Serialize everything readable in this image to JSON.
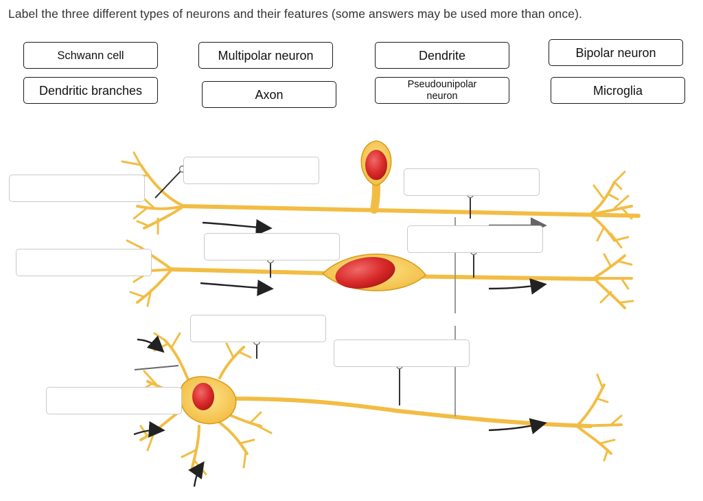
{
  "instruction": "Label the three different types of neurons and their features (some answers may be used more than once).",
  "answer_choices": [
    {
      "label": "Schwann cell"
    },
    {
      "label": "Multipolar neuron"
    },
    {
      "label": "Dendrite"
    },
    {
      "label": "Bipolar neuron"
    },
    {
      "label": "Dendritic branches"
    },
    {
      "label": "Axon"
    },
    {
      "label": "Pseudounipolar\nneuron"
    },
    {
      "label": "Microglia"
    }
  ],
  "drop_zones": [
    {
      "id": "zone-1",
      "value": ""
    },
    {
      "id": "zone-2",
      "value": ""
    },
    {
      "id": "zone-3",
      "value": ""
    },
    {
      "id": "zone-4",
      "value": ""
    },
    {
      "id": "zone-5",
      "value": ""
    },
    {
      "id": "zone-6",
      "value": ""
    },
    {
      "id": "zone-7",
      "value": ""
    },
    {
      "id": "zone-8",
      "value": ""
    },
    {
      "id": "zone-9",
      "value": ""
    },
    {
      "id": "zone-10",
      "value": ""
    }
  ],
  "colors": {
    "neuron_fill": "#f5c542",
    "neuron_edge": "#d89a1c",
    "nucleus": "#d92a2a",
    "arrow": "#222222",
    "zone_border": "#c9c9c9"
  }
}
